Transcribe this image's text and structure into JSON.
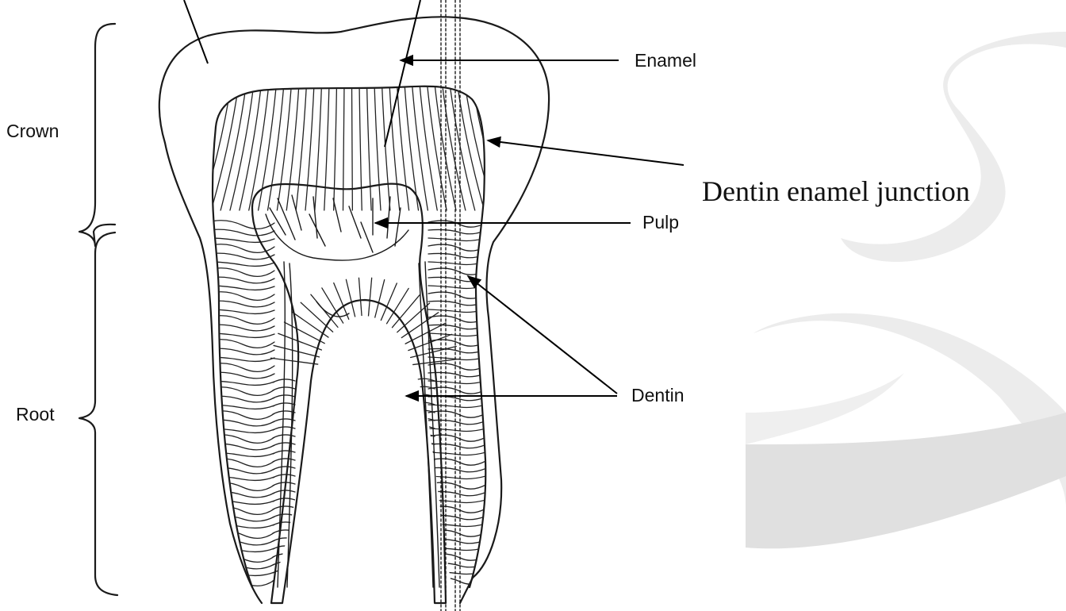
{
  "labels": {
    "crown": "Crown",
    "root": "Root",
    "enamel": "Enamel",
    "dej": "Dentin enamel junction",
    "pulp": "Pulp",
    "dentin": "Dentin"
  },
  "colors": {
    "ink": "#1a1a1a",
    "background": "#ffffff",
    "swoosh": "#e4e4e4"
  }
}
